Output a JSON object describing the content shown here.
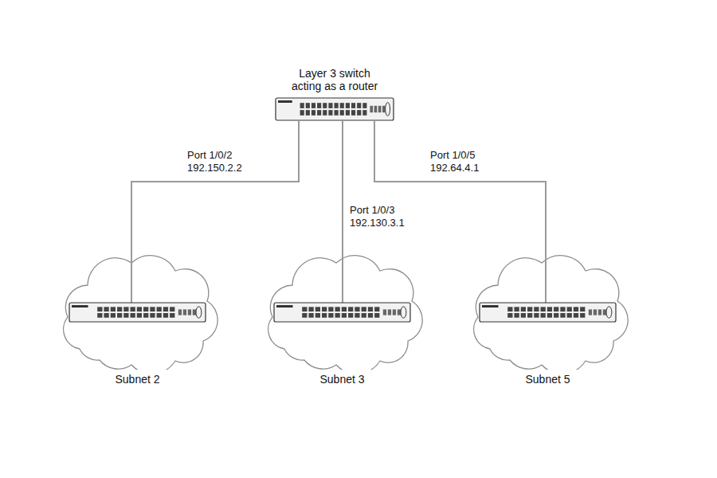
{
  "diagram": {
    "nodes": [
      {
        "text": [
          "Layer 3 switch acting as a router"
        ]
      },
      {
        "text": [
          "Subnet 2"
        ]
      },
      {
        "text": [
          "Subnet 3"
        ]
      },
      {
        "text": [
          "Subnet 5"
        ]
      }
    ],
    "edges": [
      {
        "from": 0,
        "to": 1,
        "arrow": "none",
        "label": "Port 1/0/2 192.150.2.2"
      },
      {
        "from": 0,
        "to": 2,
        "arrow": "none",
        "label": "Port 1/0/3 192.130.3.1"
      },
      {
        "from": 0,
        "to": 3,
        "arrow": "none",
        "label": "Port 1/0/5 192.64.4.1"
      }
    ]
  }
}
